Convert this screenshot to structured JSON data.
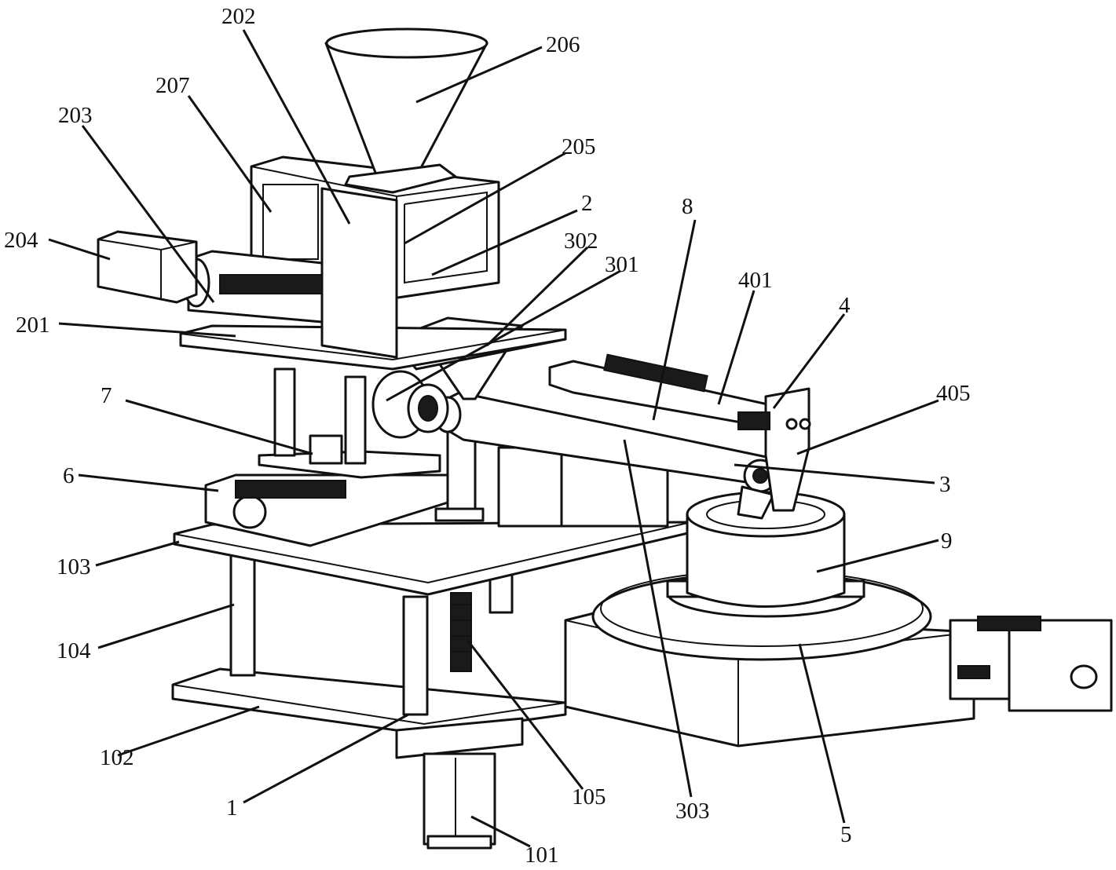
{
  "labels": {
    "l1": "1",
    "l2": "2",
    "l3": "3",
    "l4": "4",
    "l5": "5",
    "l6": "6",
    "l7": "7",
    "l8": "8",
    "l9": "9",
    "l101": "101",
    "l102": "102",
    "l103": "103",
    "l104": "104",
    "l105": "105",
    "l201": "201",
    "l202": "202",
    "l203": "203",
    "l204": "204",
    "l205": "205",
    "l206": "206",
    "l207": "207",
    "l301": "301",
    "l302": "302",
    "l303": "303",
    "l401": "401",
    "l405": "405"
  }
}
